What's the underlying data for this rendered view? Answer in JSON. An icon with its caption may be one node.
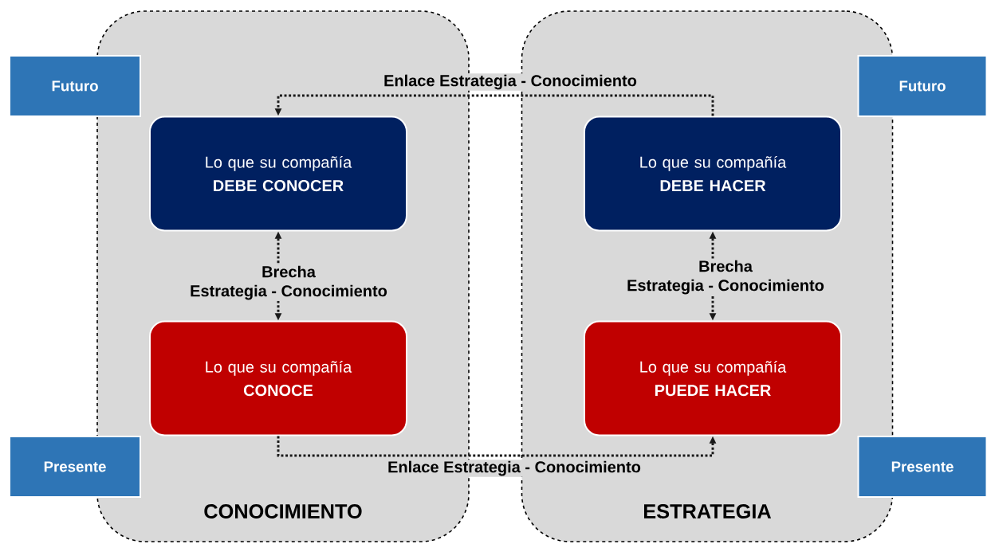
{
  "diagram": {
    "nodes": [
      {
        "text": [
          "CONOCIMIENTO"
        ]
      },
      {
        "text": [
          "ESTRATEGIA"
        ]
      },
      {
        "text": [
          "Lo que su compañía **DEBE CONOCER**"
        ],
        "in": 0
      },
      {
        "text": [
          "Lo que su compañía **CONOCE**"
        ],
        "in": 0
      },
      {
        "text": [
          "Lo que su compañía **DEBE HACER**"
        ],
        "in": 1
      },
      {
        "text": [
          "Lo que su compañía **PUEDE HACER**"
        ],
        "in": 1
      },
      {
        "text": [
          "Futuro"
        ]
      },
      {
        "text": [
          "Futuro"
        ]
      },
      {
        "text": [
          "Presente"
        ]
      },
      {
        "text": [
          "Presente"
        ]
      }
    ],
    "edges": [
      {
        "from": 4,
        "to": 2,
        "arrow": "to",
        "label": "Enlace Estrategia - Conocimiento"
      },
      {
        "from": 2,
        "to": 3,
        "arrow": "both",
        "label": "Brecha Estrategia - Conocimiento"
      },
      {
        "from": 4,
        "to": 5,
        "arrow": "both",
        "label": "Brecha Estrategia - Conocimiento"
      },
      {
        "from": 3,
        "to": 5,
        "arrow": "to",
        "label": "Enlace Estrategia - Conocimiento"
      }
    ]
  }
}
